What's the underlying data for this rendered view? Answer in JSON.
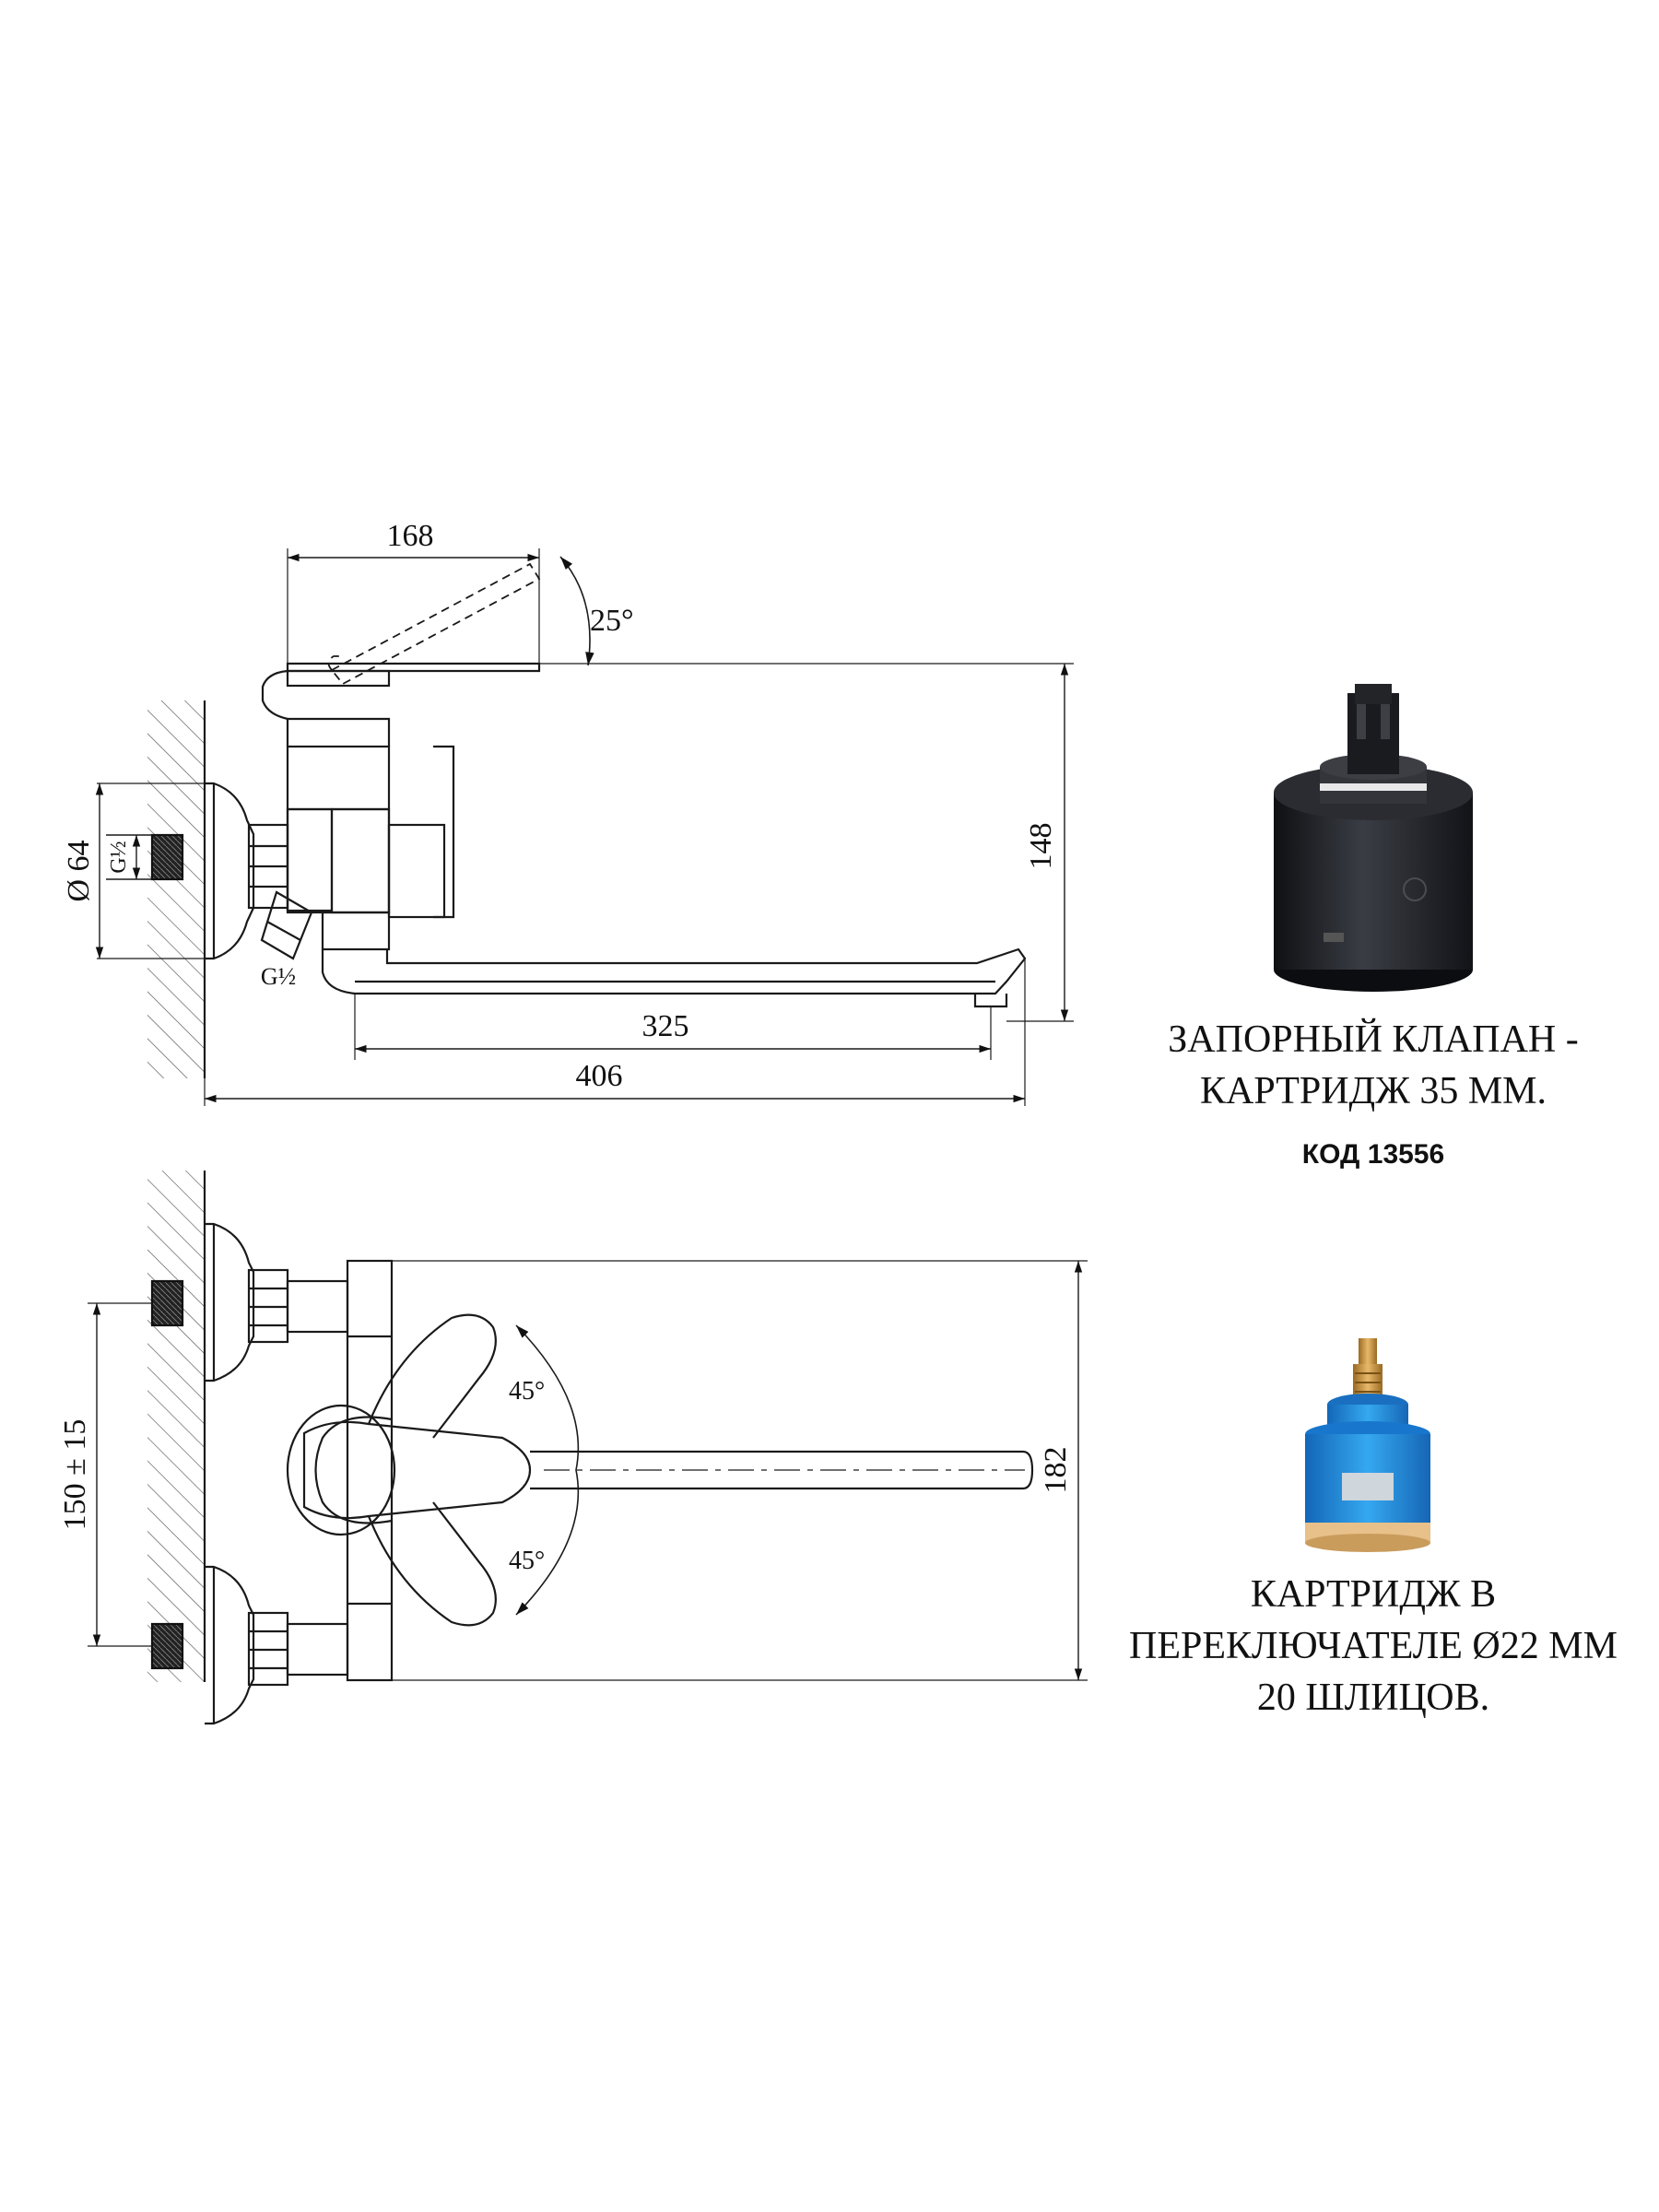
{
  "side_view": {
    "dim_top": "168",
    "angle": "25°",
    "diameter": "Ø 64",
    "thread_wall": "G½",
    "thread_bottom": "G½",
    "height": "148",
    "spout_reach": "325",
    "overall_length": "406"
  },
  "top_view": {
    "center_distance": "150 ± 15",
    "angle_upper": "45°",
    "angle_lower": "45°",
    "width": "182"
  },
  "cartridge_black": {
    "line1": "ЗАПОРНЫЙ КЛАПАН -",
    "line2": "КАРТРИДЖ 35 ММ.",
    "code": "КОД 13556"
  },
  "cartridge_blue": {
    "line1": "КАРТРИДЖ В",
    "line2": "ПЕРЕКЛЮЧАТЕЛЕ Ø22 ММ",
    "line3": "20 ШЛИЦОВ."
  },
  "colors": {
    "line": "#1a1a1a",
    "cartridge_black": "#1f2126",
    "cartridge_blue": "#1e8fe0",
    "brass": "#c9913d"
  }
}
